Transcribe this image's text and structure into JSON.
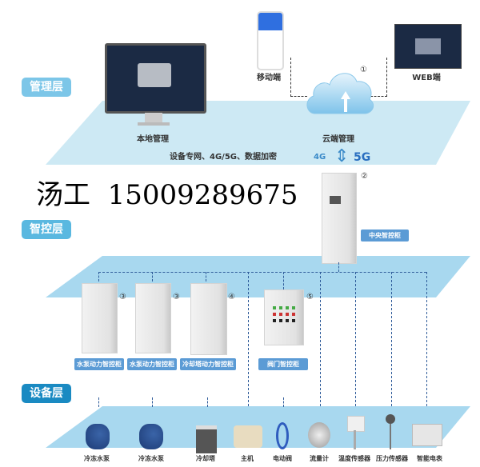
{
  "layers": {
    "management": "管理层",
    "control": "智控层",
    "device": "设备层"
  },
  "management": {
    "local": "本地管理",
    "cloud": "云端管理",
    "mobile": "移动端",
    "web": "WEB端",
    "cloud_num": "①"
  },
  "network": {
    "text": "设备专网、4G/5G、数据加密",
    "icon_4g": "4G",
    "icon_5g": "5G"
  },
  "watermark": "汤工  15009289675",
  "central": {
    "label": "中央智控柜",
    "num": "②"
  },
  "cabinets": [
    {
      "label": "水泵动力智控柜",
      "num": "③"
    },
    {
      "label": "水泵动力智控柜",
      "num": "③"
    },
    {
      "label": "冷却塔动力智控柜",
      "num": "④"
    },
    {
      "label": "阀门智控柜",
      "num": "⑤"
    }
  ],
  "devices": [
    "冷冻水泵",
    "冷冻水泵",
    "冷却塔",
    "主机",
    "电动阀",
    "流量计",
    "温度传感器",
    "压力传感器",
    "智能电表"
  ],
  "colors": {
    "band": "#cde9f4",
    "band_mid": "#a8d8ef",
    "tag": "#5ab8e0",
    "tag_dark": "#1a8ac2",
    "label_bg": "#5b9bd5"
  }
}
